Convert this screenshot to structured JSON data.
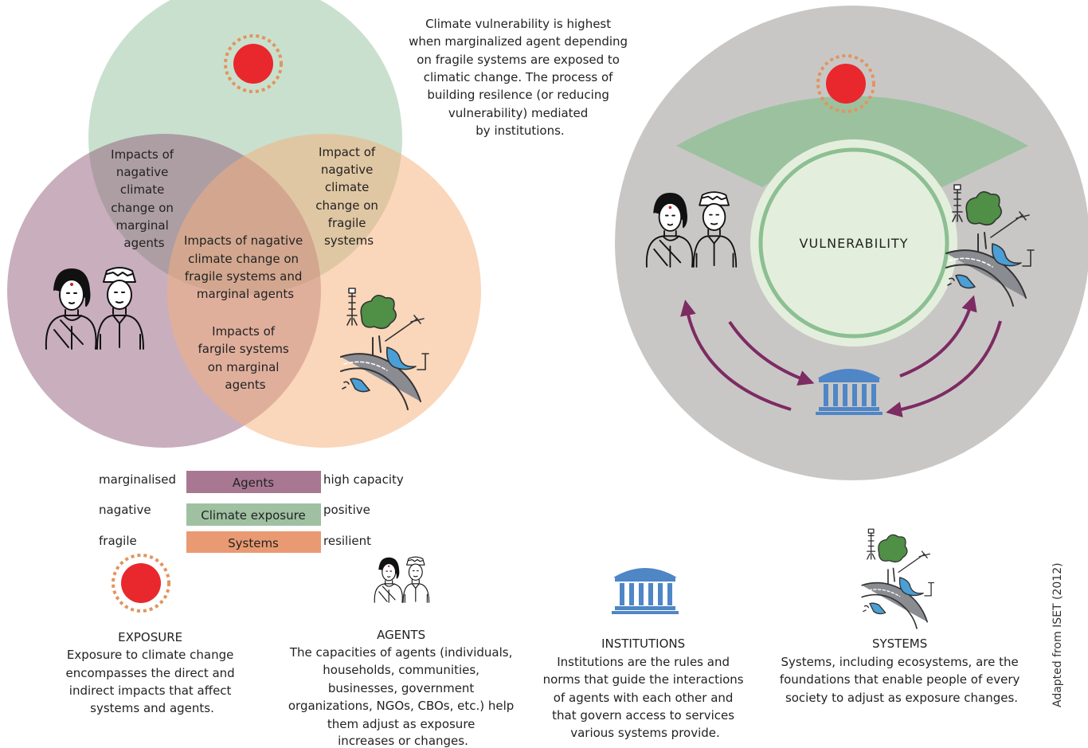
{
  "intro_text": [
    "Climate vulnerability is highest",
    "when marginalized agent depending",
    "on fragile systems are exposed to",
    "climatic change. The process of",
    "building resilence (or reducing",
    "vulnerability) mediated",
    "by institutions."
  ],
  "venn": {
    "agents_exposure": [
      "Impacts of",
      "nagative",
      "climate",
      "change on",
      "marginal",
      "agents"
    ],
    "exposure_systems": [
      "Impact of",
      "nagative",
      "climate",
      "change on",
      "fragile",
      "systems"
    ],
    "center": [
      "Impacts of nagative",
      "climate change on",
      "fragile systems and",
      "marginal agents"
    ],
    "systems_agents": [
      "Impacts of",
      "fargile systems",
      "on marginal",
      "agents"
    ]
  },
  "legend": {
    "rows": [
      {
        "left": "marginalised",
        "bar": "Agents",
        "right": "high capacity",
        "color": "#a87893"
      },
      {
        "left": "nagative",
        "bar": "Climate exposure",
        "right": "positive",
        "color": "#9fc1a2"
      },
      {
        "left": "fragile",
        "bar": "Systems",
        "right": "resilient",
        "color": "#e99a73"
      }
    ]
  },
  "right_diagram": {
    "center_label": "VULNERABILITY"
  },
  "definitions": {
    "exposure": {
      "title": "EXPOSURE",
      "lines": [
        "Exposure to climate change",
        "encompasses the direct and",
        "indirect impacts that affect",
        "systems and agents."
      ]
    },
    "agents": {
      "title": "AGENTS",
      "lines": [
        "The capacities of agents (individuals,",
        "households, communities,",
        "businesses, government",
        "organizations, NGOs, CBOs, etc.) help",
        "them adjust as exposure",
        "increases or changes."
      ]
    },
    "institutions": {
      "title": "INSTITUTIONS",
      "lines": [
        "Institutions are the rules and",
        "norms that guide the interactions",
        "of agents with each other and",
        "that govern access to services",
        "various systems provide."
      ]
    },
    "systems": {
      "title": "SYSTEMS",
      "lines": [
        "Systems, including ecosystems, are the",
        "foundations that enable people of every",
        "society to adjust as exposure changes."
      ]
    }
  },
  "credit": "Adapted from ISET (2012)",
  "colors": {
    "exposure": "#a8cdb0",
    "agents": "#8f5578",
    "systems": "#f6b17d",
    "sun": "#e8282d",
    "sun_ring": "#e1955e",
    "institution": "#4f86c6",
    "arrow": "#7d2b63",
    "gray_disc": "#c9c7c6",
    "green_band": "#9cc19f"
  },
  "icons": {
    "sun": "exposure-sun-icon",
    "people": "agents-people-icon",
    "landscape": "systems-landscape-icon",
    "institution": "institution-building-icon"
  }
}
